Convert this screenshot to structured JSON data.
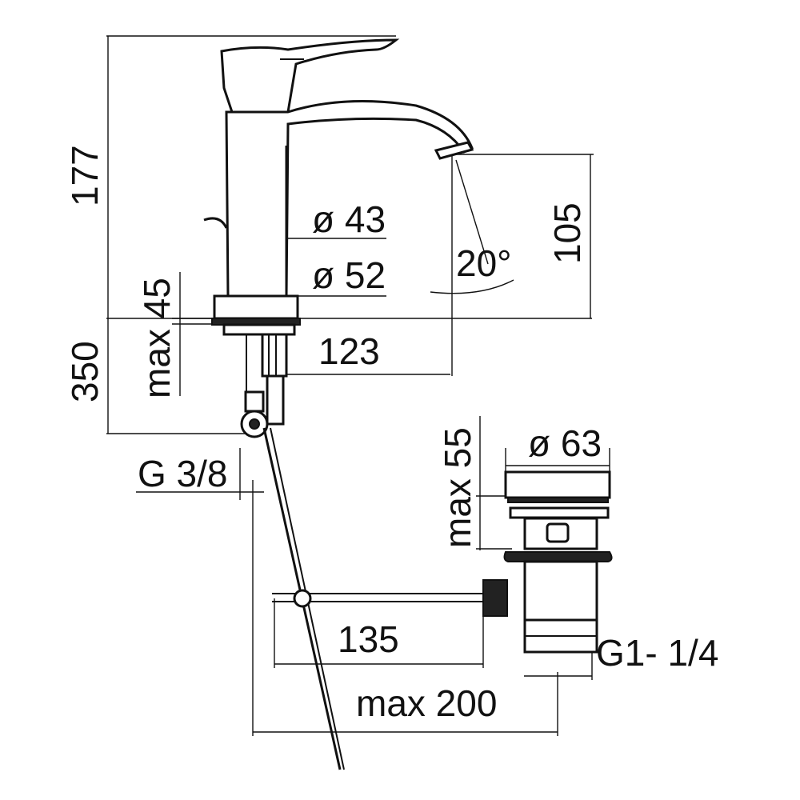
{
  "title": "Basin mixer with pop-up waste – dimensional drawing",
  "dimensions": {
    "overall_height": "177",
    "below_deck": "350",
    "max_thickness": "max 45",
    "body_diameter": "ø 43",
    "base_diameter": "ø 52",
    "spout_reach": "123",
    "spout_height": "105",
    "spout_angle": "20°",
    "supply_thread": "G 3/8",
    "waste_diameter": "ø 63",
    "waste_max_height": "max 55",
    "waste_thread": "G1- 1/4",
    "rod_length": "135",
    "max_reach": "max 200"
  }
}
